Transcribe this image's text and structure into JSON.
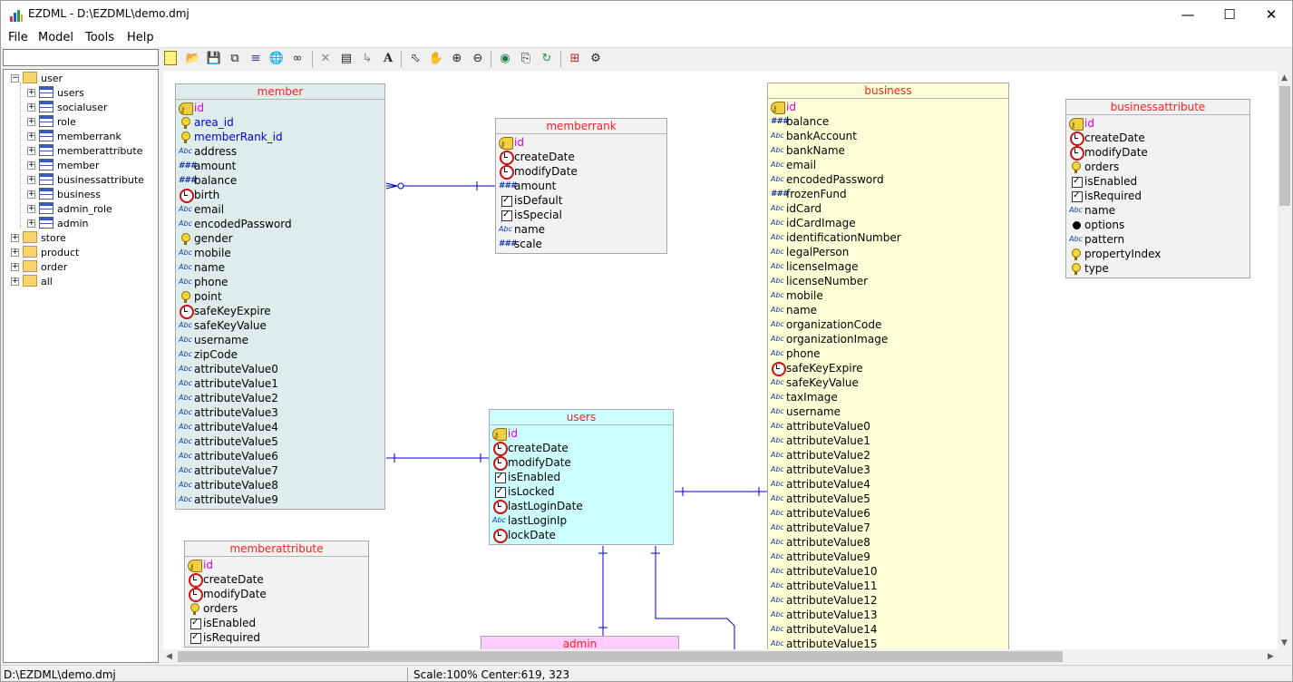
{
  "window": {
    "title": "EZDML - D:\\EZDML\\demo.dmj",
    "min_glyph": "—",
    "max_glyph": "☐",
    "close_glyph": "✕"
  },
  "menu": [
    "File",
    "Model",
    "Tools",
    "Help"
  ],
  "toolbar": {
    "icons": [
      "new-icon",
      "open-icon",
      "save-icon",
      "copy-model-icon",
      "layout-icon",
      "globe-icon",
      "find-icon",
      "delete-icon",
      "entity-icon",
      "link-icon",
      "text-icon",
      "pointer-icon",
      "hand-icon",
      "zoom-in-icon",
      "zoom-out-icon",
      "view-icon",
      "export-icon",
      "refresh-icon",
      "add-table-icon",
      "properties-icon"
    ]
  },
  "search": {
    "value": ""
  },
  "tree": {
    "folders": [
      {
        "label": "user",
        "expanded": true,
        "children": [
          "users",
          "socialuser",
          "role",
          "memberrank",
          "memberattribute",
          "member",
          "businessattribute",
          "business",
          "admin_role",
          "admin"
        ]
      },
      {
        "label": "store",
        "expanded": false,
        "children": []
      },
      {
        "label": "product",
        "expanded": false,
        "children": []
      },
      {
        "label": "order",
        "expanded": false,
        "children": []
      },
      {
        "label": "all",
        "expanded": false,
        "children": []
      }
    ]
  },
  "entities": {
    "member": {
      "name": "member",
      "fields": [
        {
          "n": "id",
          "t": "key",
          "k": "pk"
        },
        {
          "n": "area_id",
          "t": "idx",
          "k": "fk"
        },
        {
          "n": "memberRank_id",
          "t": "idx",
          "k": "fk"
        },
        {
          "n": "address",
          "t": "abc"
        },
        {
          "n": "amount",
          "t": "num"
        },
        {
          "n": "balance",
          "t": "num"
        },
        {
          "n": "birth",
          "t": "date"
        },
        {
          "n": "email",
          "t": "abc"
        },
        {
          "n": "encodedPassword",
          "t": "abc"
        },
        {
          "n": "gender",
          "t": "idx"
        },
        {
          "n": "mobile",
          "t": "abc"
        },
        {
          "n": "name",
          "t": "abc"
        },
        {
          "n": "phone",
          "t": "abc"
        },
        {
          "n": "point",
          "t": "idx"
        },
        {
          "n": "safeKeyExpire",
          "t": "date"
        },
        {
          "n": "safeKeyValue",
          "t": "abc"
        },
        {
          "n": "username",
          "t": "abc"
        },
        {
          "n": "zipCode",
          "t": "abc"
        },
        {
          "n": "attributeValue0",
          "t": "abc"
        },
        {
          "n": "attributeValue1",
          "t": "abc"
        },
        {
          "n": "attributeValue2",
          "t": "abc"
        },
        {
          "n": "attributeValue3",
          "t": "abc"
        },
        {
          "n": "attributeValue4",
          "t": "abc"
        },
        {
          "n": "attributeValue5",
          "t": "abc"
        },
        {
          "n": "attributeValue6",
          "t": "abc"
        },
        {
          "n": "attributeValue7",
          "t": "abc"
        },
        {
          "n": "attributeValue8",
          "t": "abc"
        },
        {
          "n": "attributeValue9",
          "t": "abc"
        }
      ]
    },
    "memberrank": {
      "name": "memberrank",
      "fields": [
        {
          "n": "id",
          "t": "key",
          "k": "pk"
        },
        {
          "n": "createDate",
          "t": "date"
        },
        {
          "n": "modifyDate",
          "t": "date"
        },
        {
          "n": "amount",
          "t": "num"
        },
        {
          "n": "isDefault",
          "t": "bool"
        },
        {
          "n": "isSpecial",
          "t": "bool"
        },
        {
          "n": "name",
          "t": "abc"
        },
        {
          "n": "scale",
          "t": "num"
        }
      ]
    },
    "users": {
      "name": "users",
      "fields": [
        {
          "n": "id",
          "t": "key",
          "k": "pk"
        },
        {
          "n": "createDate",
          "t": "date"
        },
        {
          "n": "modifyDate",
          "t": "date"
        },
        {
          "n": "isEnabled",
          "t": "bool"
        },
        {
          "n": "isLocked",
          "t": "bool"
        },
        {
          "n": "lastLoginDate",
          "t": "date"
        },
        {
          "n": "lastLoginIp",
          "t": "abc"
        },
        {
          "n": "lockDate",
          "t": "date"
        }
      ]
    },
    "memberattribute": {
      "name": "memberattribute",
      "fields": [
        {
          "n": "id",
          "t": "key",
          "k": "pk"
        },
        {
          "n": "createDate",
          "t": "date"
        },
        {
          "n": "modifyDate",
          "t": "date"
        },
        {
          "n": "orders",
          "t": "idx"
        },
        {
          "n": "isEnabled",
          "t": "bool"
        },
        {
          "n": "isRequired",
          "t": "bool"
        }
      ]
    },
    "admin": {
      "name": "admin",
      "fields": []
    },
    "business": {
      "name": "business",
      "fields": [
        {
          "n": "id",
          "t": "key",
          "k": "pk"
        },
        {
          "n": "balance",
          "t": "num"
        },
        {
          "n": "bankAccount",
          "t": "abc"
        },
        {
          "n": "bankName",
          "t": "abc"
        },
        {
          "n": "email",
          "t": "abc"
        },
        {
          "n": "encodedPassword",
          "t": "abc"
        },
        {
          "n": "frozenFund",
          "t": "num"
        },
        {
          "n": "idCard",
          "t": "abc"
        },
        {
          "n": "idCardImage",
          "t": "abc"
        },
        {
          "n": "identificationNumber",
          "t": "abc"
        },
        {
          "n": "legalPerson",
          "t": "abc"
        },
        {
          "n": "licenseImage",
          "t": "abc"
        },
        {
          "n": "licenseNumber",
          "t": "abc"
        },
        {
          "n": "mobile",
          "t": "abc"
        },
        {
          "n": "name",
          "t": "abc"
        },
        {
          "n": "organizationCode",
          "t": "abc"
        },
        {
          "n": "organizationImage",
          "t": "abc"
        },
        {
          "n": "phone",
          "t": "abc"
        },
        {
          "n": "safeKeyExpire",
          "t": "date"
        },
        {
          "n": "safeKeyValue",
          "t": "abc"
        },
        {
          "n": "taxImage",
          "t": "abc"
        },
        {
          "n": "username",
          "t": "abc"
        },
        {
          "n": "attributeValue0",
          "t": "abc"
        },
        {
          "n": "attributeValue1",
          "t": "abc"
        },
        {
          "n": "attributeValue2",
          "t": "abc"
        },
        {
          "n": "attributeValue3",
          "t": "abc"
        },
        {
          "n": "attributeValue4",
          "t": "abc"
        },
        {
          "n": "attributeValue5",
          "t": "abc"
        },
        {
          "n": "attributeValue6",
          "t": "abc"
        },
        {
          "n": "attributeValue7",
          "t": "abc"
        },
        {
          "n": "attributeValue8",
          "t": "abc"
        },
        {
          "n": "attributeValue9",
          "t": "abc"
        },
        {
          "n": "attributeValue10",
          "t": "abc"
        },
        {
          "n": "attributeValue11",
          "t": "abc"
        },
        {
          "n": "attributeValue12",
          "t": "abc"
        },
        {
          "n": "attributeValue13",
          "t": "abc"
        },
        {
          "n": "attributeValue14",
          "t": "abc"
        },
        {
          "n": "attributeValue15",
          "t": "abc"
        }
      ]
    },
    "businessattribute": {
      "name": "businessattribute",
      "fields": [
        {
          "n": "id",
          "t": "key",
          "k": "pk"
        },
        {
          "n": "createDate",
          "t": "date"
        },
        {
          "n": "modifyDate",
          "t": "date"
        },
        {
          "n": "orders",
          "t": "idx"
        },
        {
          "n": "isEnabled",
          "t": "bool"
        },
        {
          "n": "isRequired",
          "t": "bool"
        },
        {
          "n": "name",
          "t": "abc"
        },
        {
          "n": "options",
          "t": "blob"
        },
        {
          "n": "pattern",
          "t": "abc"
        },
        {
          "n": "propertyIndex",
          "t": "idx"
        },
        {
          "n": "type",
          "t": "idx"
        }
      ]
    }
  },
  "colors": {
    "member": "#deeceb",
    "memberrank": "#f2f2f2",
    "users": "#ccffff",
    "memberattribute": "#f2f2f2",
    "admin": "#ffccff",
    "business": "#ffffd8",
    "businessattribute": "#f2f2f2",
    "link": "#0000c8",
    "entity_title": "#ff2020"
  },
  "status": {
    "file": "D:\\EZDML\\demo.dmj",
    "scale": "Scale:100% Center:619, 323"
  }
}
